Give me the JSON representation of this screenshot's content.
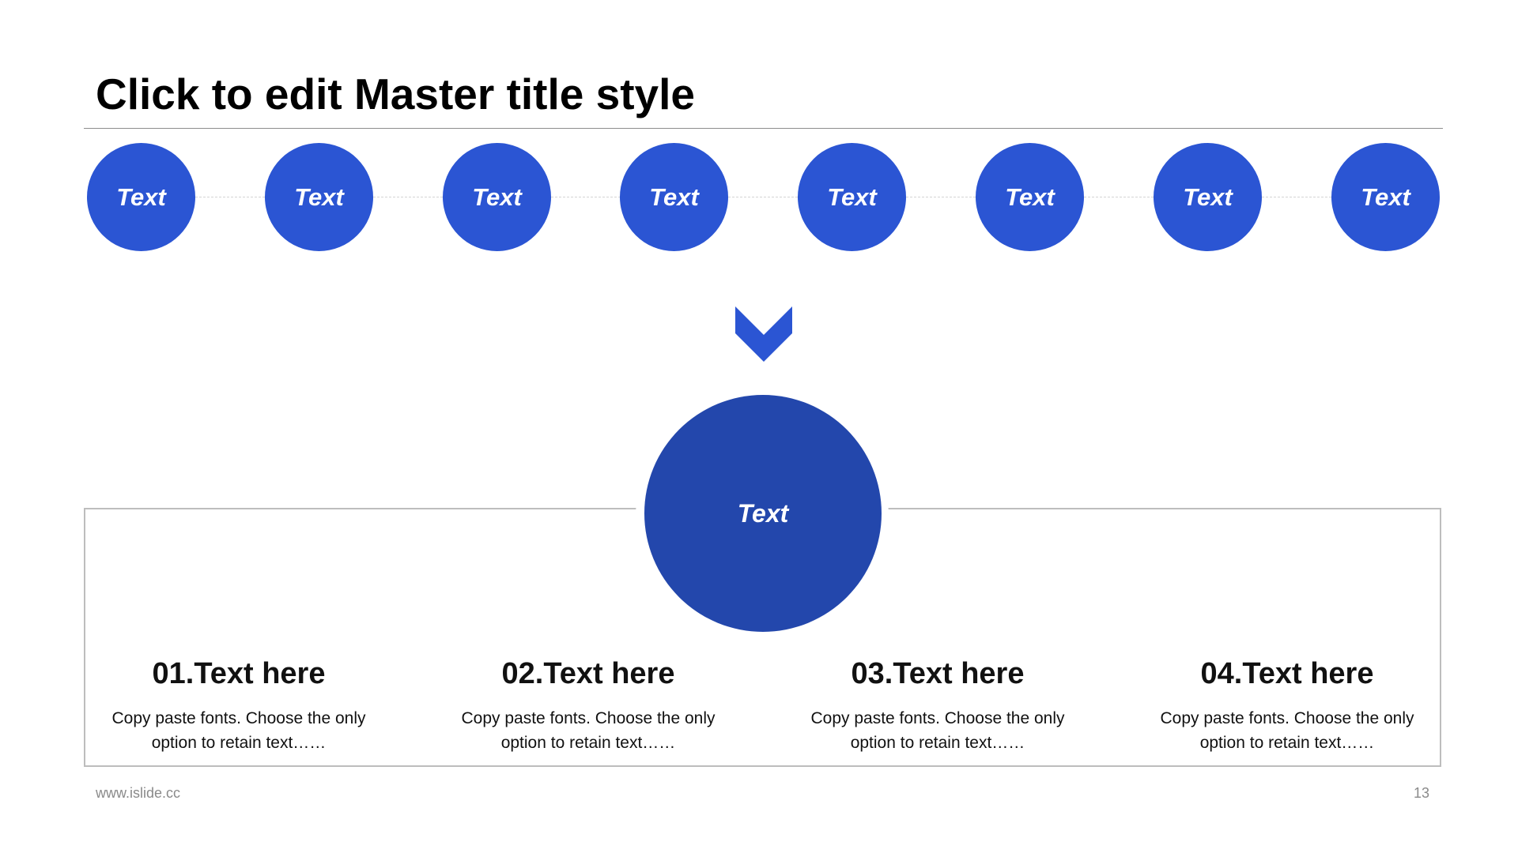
{
  "slide": {
    "title": "Click to edit Master title style",
    "steps": [
      {
        "label": "Text"
      },
      {
        "label": "Text"
      },
      {
        "label": "Text"
      },
      {
        "label": "Text"
      },
      {
        "label": "Text"
      },
      {
        "label": "Text"
      },
      {
        "label": "Text"
      },
      {
        "label": "Text"
      }
    ],
    "center_label": "Text",
    "items": [
      {
        "title": "01.Text here",
        "desc_line1": "Copy paste fonts. Choose the only",
        "desc_line2": "option to retain text……"
      },
      {
        "title": "02.Text here",
        "desc_line1": "Copy paste fonts. Choose the only",
        "desc_line2": "option to retain text……"
      },
      {
        "title": "03.Text here",
        "desc_line1": "Copy paste fonts. Choose the only",
        "desc_line2": "option to retain text……"
      },
      {
        "title": "04.Text here",
        "desc_line1": "Copy paste fonts. Choose the only",
        "desc_line2": "option to retain text……"
      }
    ],
    "footer": {
      "website": "www.islide.cc",
      "page_number": "13"
    },
    "colors": {
      "step_circle": "#2b55d3",
      "center_circle": "#2347ac",
      "chevron": "#2b55d3"
    },
    "icons": {
      "arrow": "chevron-down-icon"
    }
  }
}
